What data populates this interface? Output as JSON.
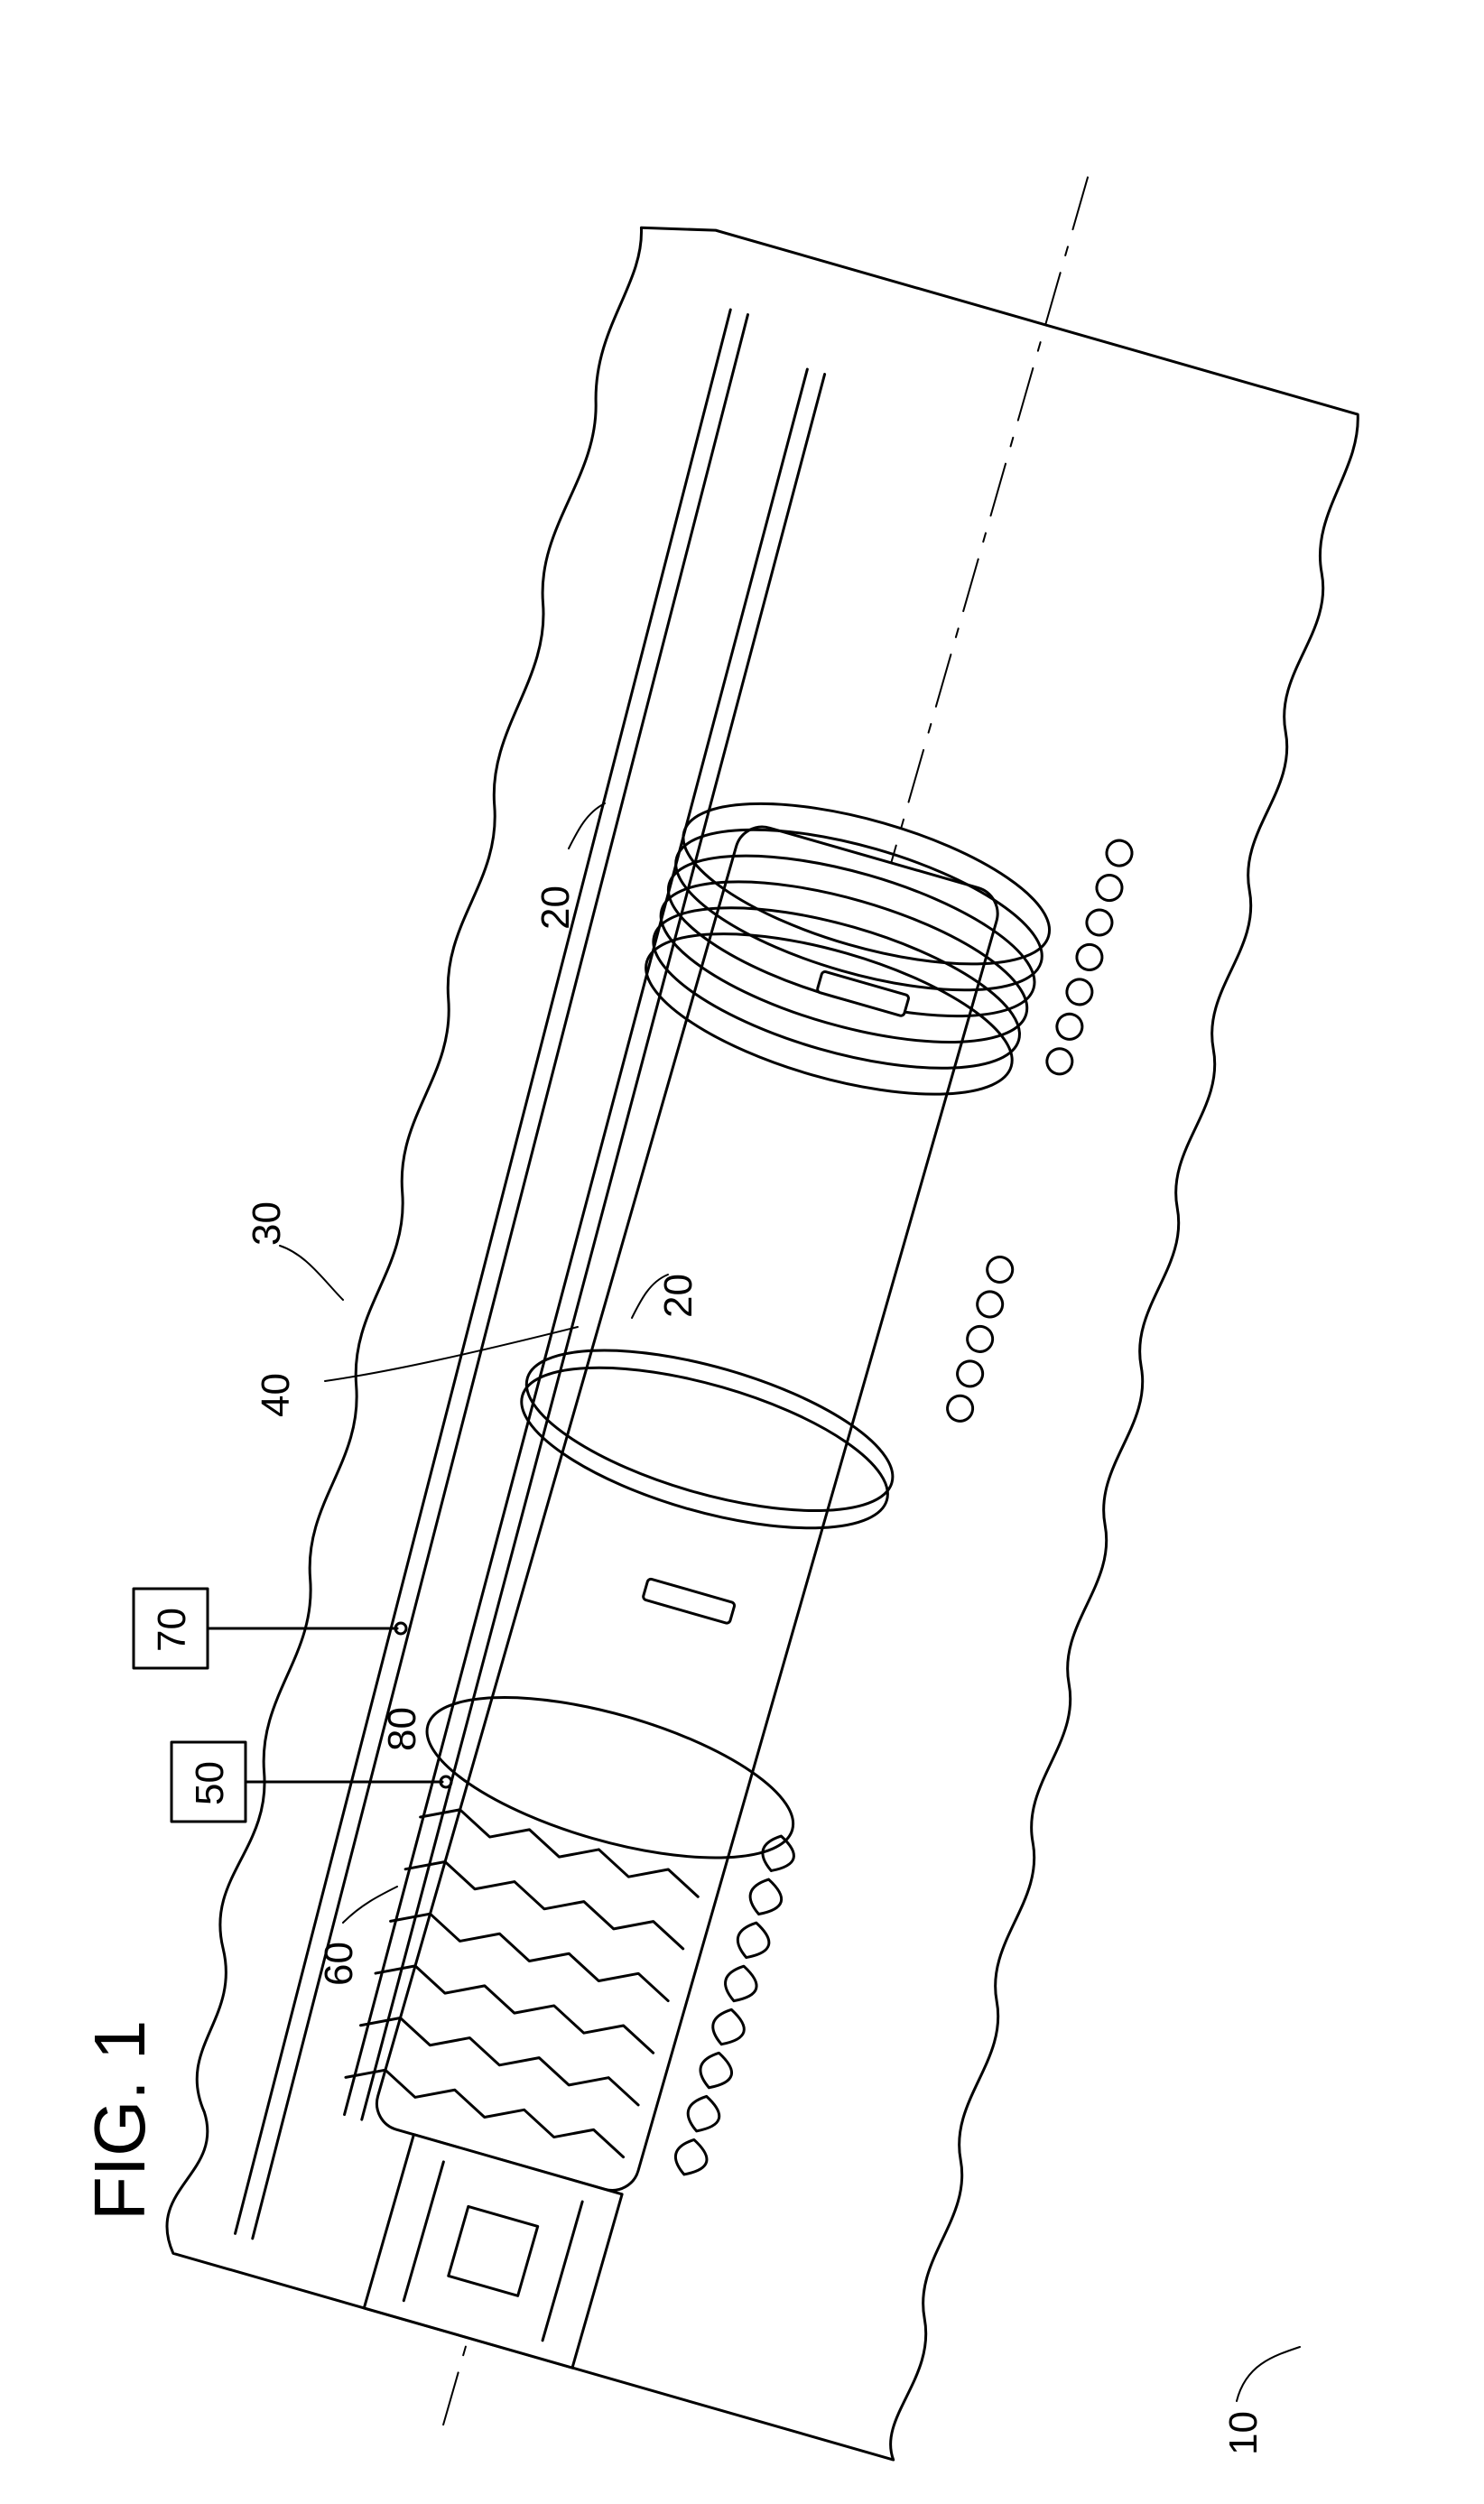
{
  "figure": {
    "title": "FIG. 1",
    "labels": {
      "ref_10": "10",
      "ref_20_upper": "20",
      "ref_20_lower": "20",
      "ref_30": "30",
      "ref_40": "40",
      "ref_50": "50",
      "ref_60": "60",
      "ref_70": "70",
      "ref_80": "80"
    }
  }
}
